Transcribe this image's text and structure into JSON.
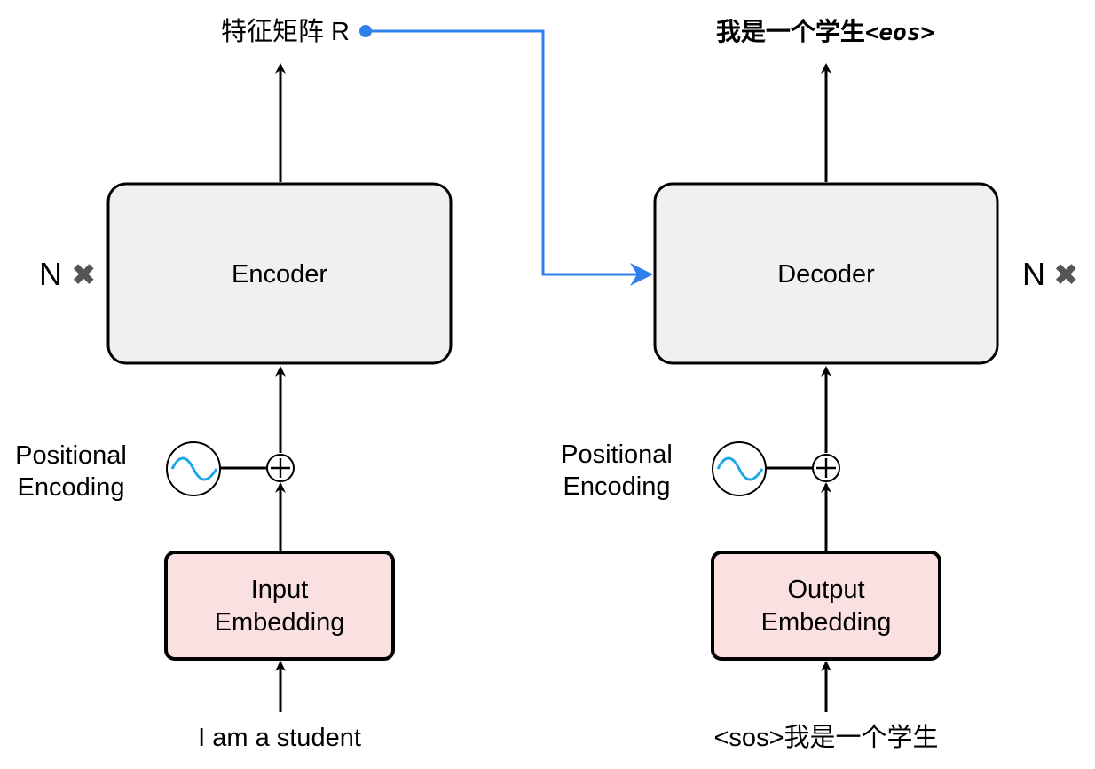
{
  "encoder": {
    "block_label": "Encoder",
    "repeat_label": "N",
    "repeat_symbol": "✖",
    "input_text": "I am a student",
    "embedding_line1": "Input",
    "embedding_line2": "Embedding",
    "positional_line1": "Positional",
    "positional_line2": "Encoding",
    "output_label": "特征矩阵 R"
  },
  "decoder": {
    "block_label": "Decoder",
    "repeat_label": "N",
    "repeat_symbol": "✖",
    "input_text": "<sos>我是一个学生",
    "embedding_line1": "Output",
    "embedding_line2": "Embedding",
    "positional_line1": "Positional",
    "positional_line2": "Encoding",
    "output_text_main": "我是一个学生",
    "output_text_token": "<eos>"
  },
  "colors": {
    "connector_blue": "#2f80ed",
    "sine_wave_blue": "#1ea7e6",
    "block_fill": "#f0f0f0",
    "embedding_fill": "#fbe0e2"
  }
}
